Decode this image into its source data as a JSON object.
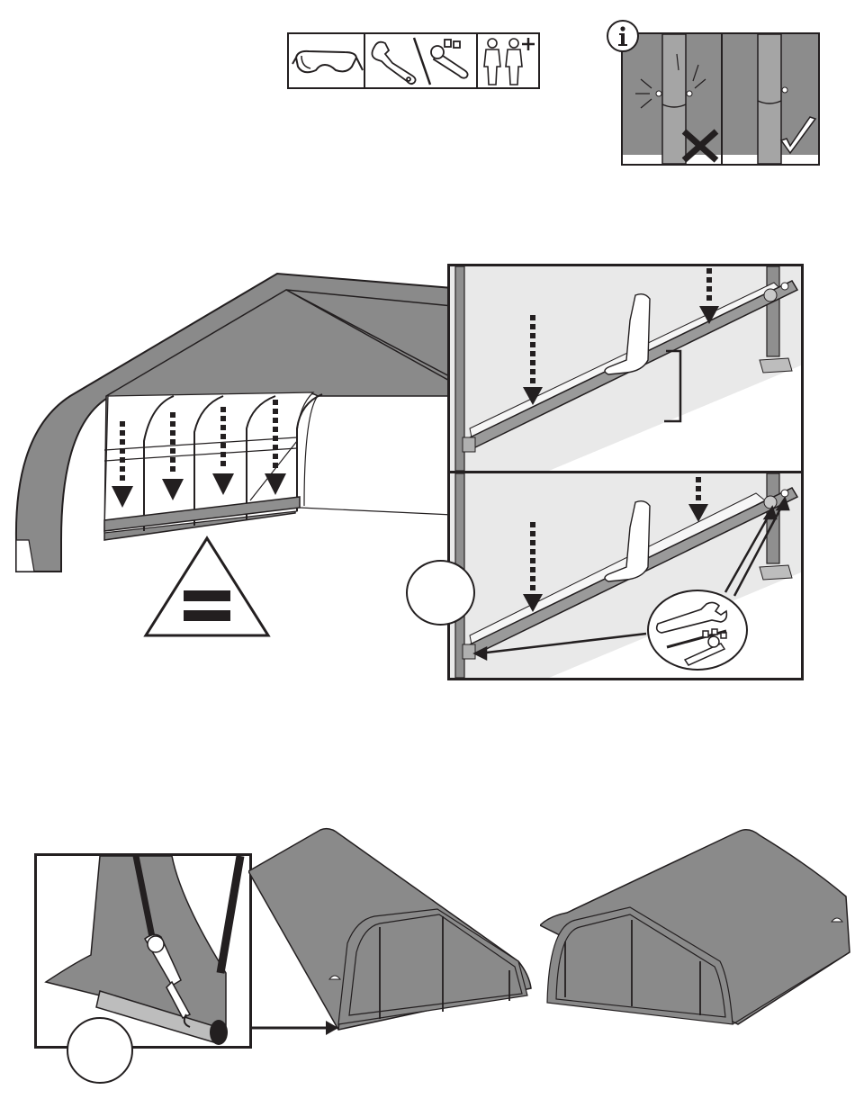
{
  "page": {
    "type": "assembly-instructions-page",
    "text_labels": []
  },
  "header": {
    "requirements_icons": [
      {
        "icon": "safety-glasses-icon"
      },
      {
        "icon": "wrench-or-ratchet-icon"
      },
      {
        "icon": "two-person-plus-icon"
      }
    ]
  },
  "info_box": {
    "icon": "info-icon",
    "incorrect_mark": "cross-mark",
    "correct_mark": "check-mark"
  },
  "colors": {
    "ink": "#231f20",
    "cover_gray": "#8a8a8a",
    "cover_dark": "#6f6f6f",
    "panel_bg": "#ececec",
    "pipe": "#9a9a9a"
  }
}
